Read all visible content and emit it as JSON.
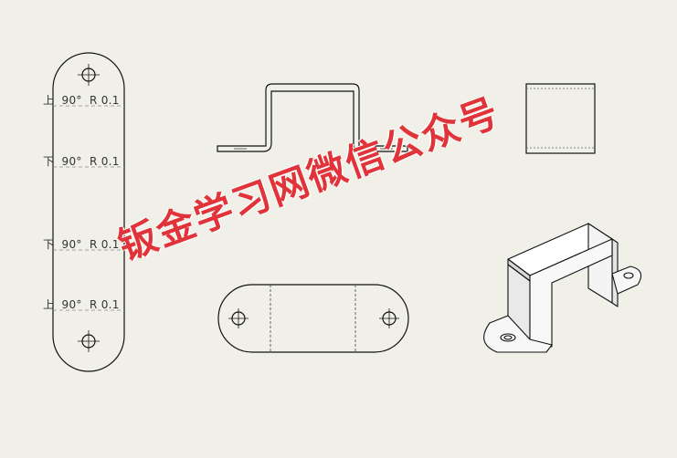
{
  "bend_notes": [
    {
      "direction": "上",
      "angle": "90°",
      "radius": "R 0.1"
    },
    {
      "direction": "下",
      "angle": "90°",
      "radius": "R 0.1"
    },
    {
      "direction": "下",
      "angle": "90°",
      "radius": "R 0.1"
    },
    {
      "direction": "上",
      "angle": "90°",
      "radius": "R 0.1"
    }
  ],
  "watermark": "钣金学习网微信公众号",
  "colors": {
    "background": "#f1f0e8",
    "line": "#111111",
    "watermark": "#e0343a",
    "bend_line": "#888888"
  }
}
